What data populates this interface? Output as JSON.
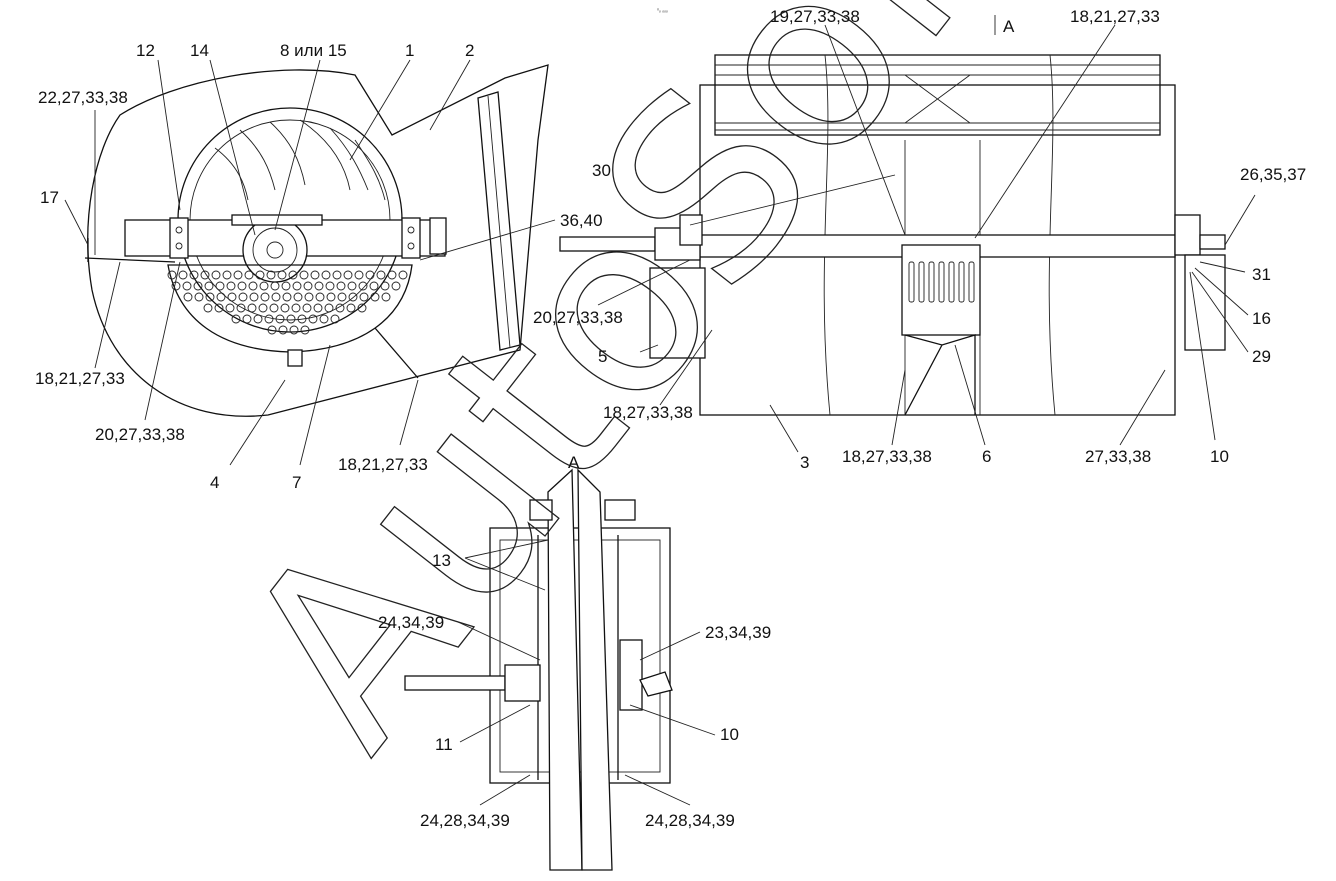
{
  "stamp": "⁰ₒ ₒₒₒ",
  "watermark": "AutoSoft",
  "views": {
    "side": {
      "labels": {
        "l12": "12",
        "l14": "14",
        "l8or15": "8 или 15",
        "l1": "1",
        "l2": "2",
        "l22": "22,27,33,38",
        "l17": "17",
        "l36": "36,40",
        "l18a": "18,21,27,33",
        "l20a": "20,27,33,38",
        "l18b": "18,21,27,33",
        "l4": "4",
        "l7": "7"
      }
    },
    "front": {
      "labels": {
        "l19": "19,27,33,38",
        "arrowA": "A",
        "l18top": "18,21,27,33",
        "l30": "30",
        "l26": "26,35,37",
        "l31": "31",
        "l16": "16",
        "l29": "29",
        "l20b": "20,27,33,38",
        "l5": "5",
        "l18c": "18,27,33,38",
        "l3": "3",
        "l18d": "18,27,33,38",
        "l6": "6",
        "l27": "27,33,38",
        "l10": "10"
      }
    },
    "top": {
      "labels": {
        "viewA": "A",
        "l13": "13",
        "l24a": "24,34,39",
        "l23": "23,34,39",
        "l11": "11",
        "l10b": "10",
        "l24b": "24,28,34,39",
        "l24c": "24,28,34,39"
      }
    }
  }
}
